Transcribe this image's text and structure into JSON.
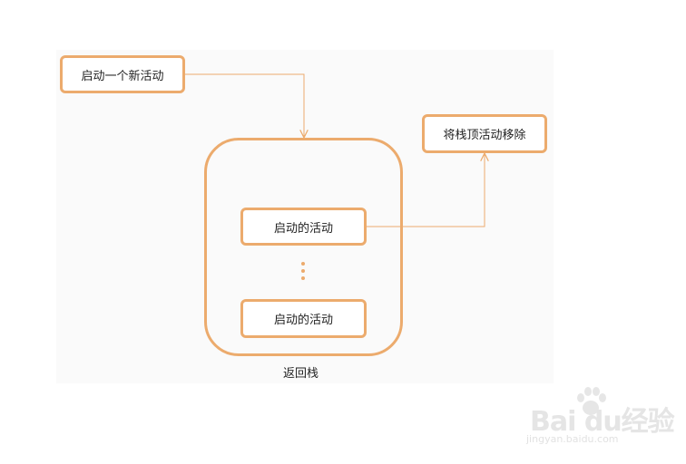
{
  "diagram": {
    "nodes": {
      "start": "启动一个新活动",
      "remove": "将栈顶活动移除",
      "activity_top": "启动的活动",
      "activity_bottom": "启动的活动"
    },
    "stack_label": "返回栈",
    "ellipsis_dots": 3,
    "colors": {
      "border": "#ecab6d",
      "connector": "#ecab6d",
      "text": "#222222",
      "panel_background": "#fafafa"
    }
  },
  "watermark": {
    "logo_text": "Bai du经验",
    "url": "jingyan.baidu.com"
  }
}
